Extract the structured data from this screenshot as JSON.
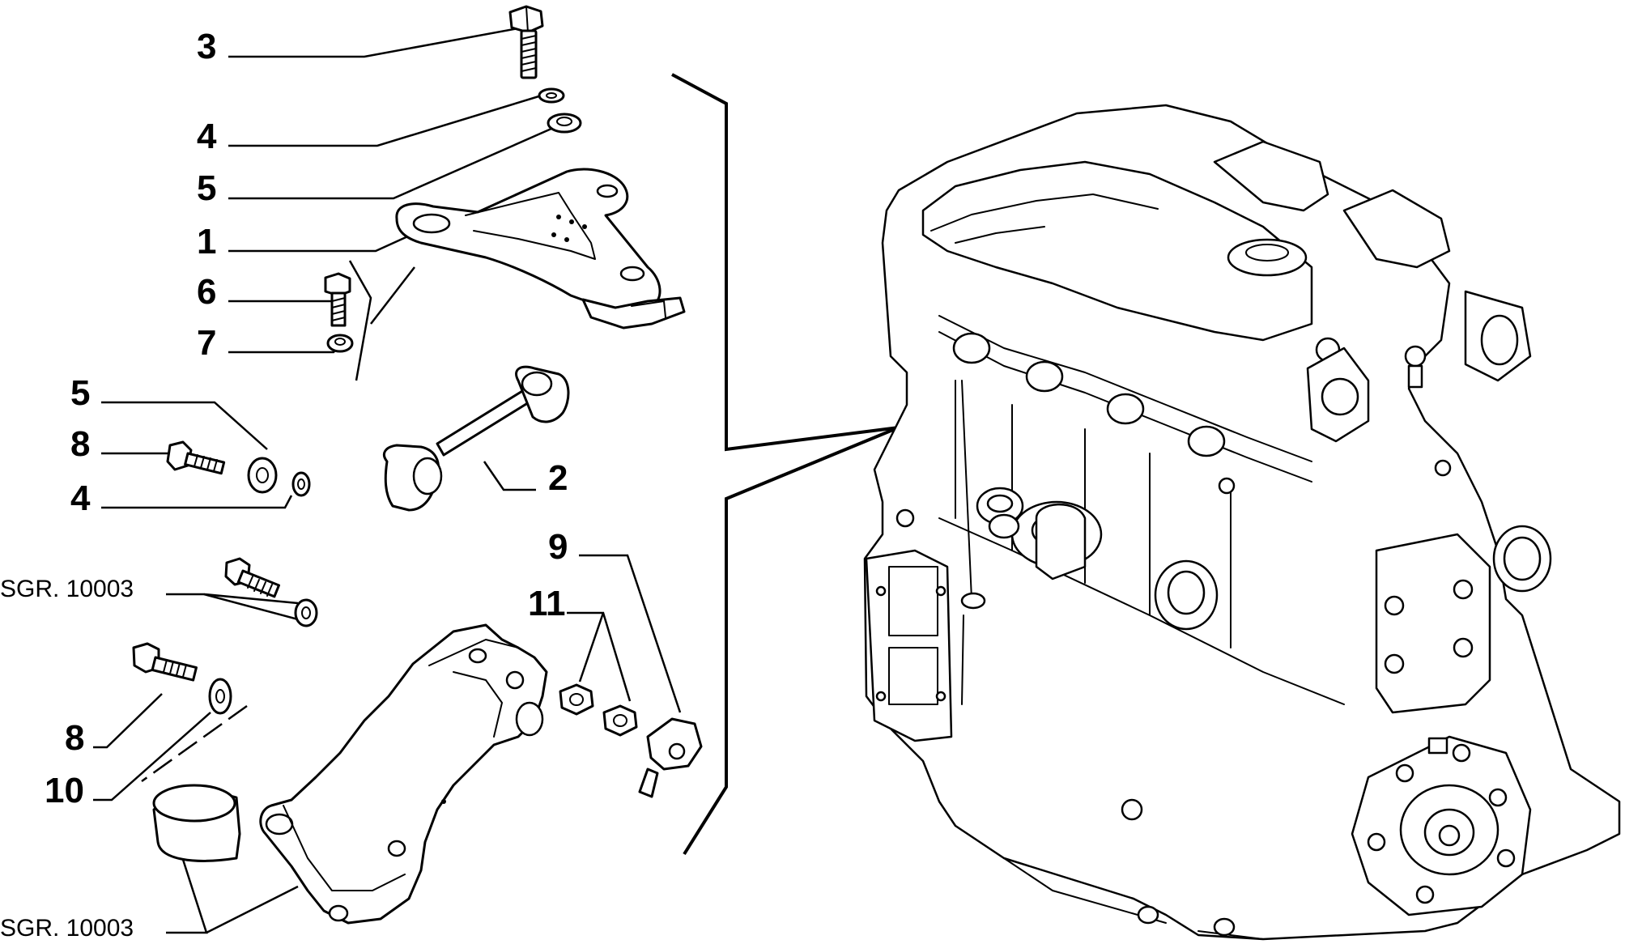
{
  "callouts": {
    "c3": "3",
    "c4a": "4",
    "c5a": "5",
    "c1": "1",
    "c6": "6",
    "c7": "7",
    "c5b": "5",
    "c8a": "8",
    "c4b": "4",
    "c2": "2",
    "c9": "9",
    "c11": "11",
    "c8b": "8",
    "c10": "10"
  },
  "references": {
    "sgr_top": "SGR. 10003",
    "sgr_bottom": "SGR. 10003"
  }
}
